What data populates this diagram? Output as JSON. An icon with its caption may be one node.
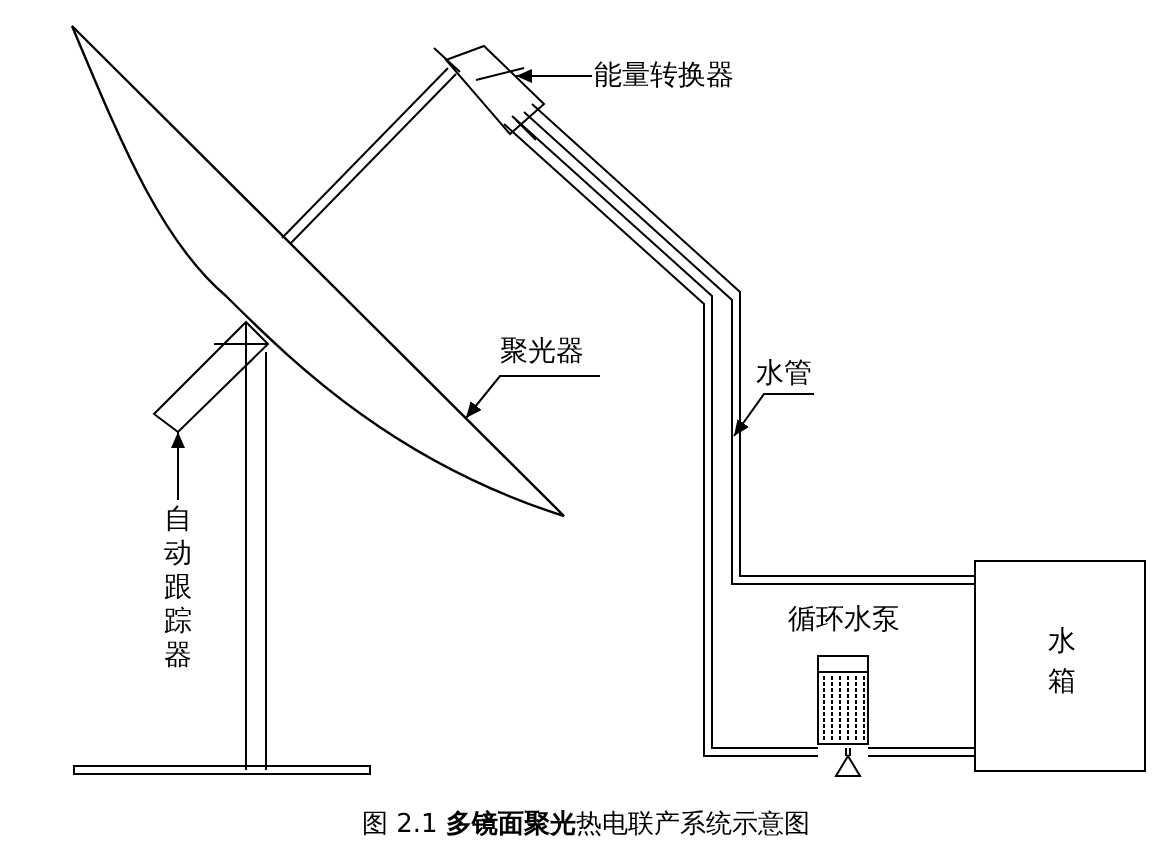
{
  "diagram": {
    "caption": "图 2.1 **多镜面聚光**热电联产系统示意图",
    "nodes": [
      {
        "text": [
          "能量转换器"
        ]
      },
      {
        "text": [],
        "shape": "box"
      },
      {
        "text": [
          "聚光器"
        ]
      },
      {
        "text": [],
        "shape": "dish"
      },
      {
        "text": [
          "水管"
        ]
      },
      {
        "text": [
          "自动跟踪器"
        ]
      },
      {
        "text": [],
        "shape": "box"
      },
      {
        "text": [
          "循环水泵"
        ]
      },
      {
        "text": [
          "水箱"
        ]
      }
    ],
    "edges": [
      {
        "from": 0,
        "to": 1,
        "arrow": "to"
      },
      {
        "from": 2,
        "to": 3,
        "arrow": "to"
      },
      {
        "from": 4,
        "to": null,
        "arrow": "to"
      },
      {
        "from": 5,
        "to": 6,
        "arrow": "to"
      },
      {
        "from": 1,
        "to": 8,
        "arrow": "none"
      },
      {
        "from": 1,
        "to": 7,
        "arrow": "none"
      },
      {
        "from": 7,
        "to": 8,
        "arrow": "none"
      }
    ]
  }
}
